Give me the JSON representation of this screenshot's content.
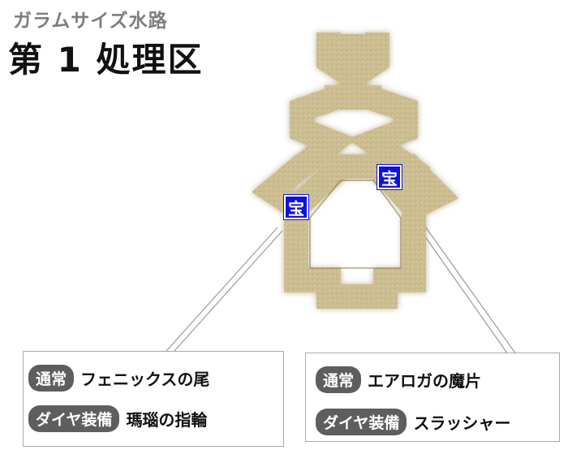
{
  "header": {
    "subtitle": "ガラムサイズ水路",
    "title": "第 1 処理区"
  },
  "map": {
    "chest_label": "宝",
    "colors": {
      "path": "#c8b98a",
      "path_edge": "#8c7a4c",
      "chest": "#1111dd",
      "tag": "#5e5e5e"
    }
  },
  "left_panel": {
    "normal_tag": "通常",
    "normal_item": "フェニックスの尾",
    "diamond_tag": "ダイヤ装備",
    "diamond_item": "瑪瑙の指輪"
  },
  "right_panel": {
    "normal_tag": "通常",
    "normal_item": "エアロガの魔片",
    "diamond_tag": "ダイヤ装備",
    "diamond_item": "スラッシャー"
  }
}
